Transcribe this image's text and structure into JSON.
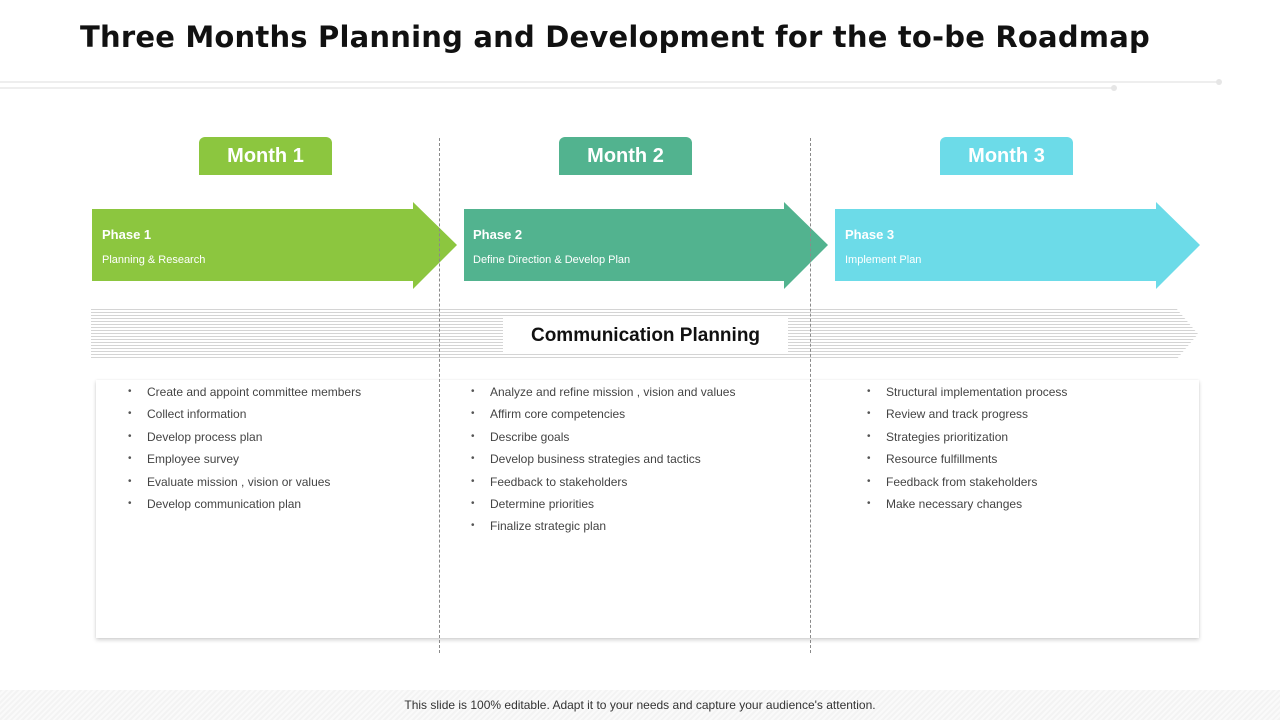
{
  "title": "Three Months Planning and Development for the to-be Roadmap",
  "colors": {
    "green": "#8cc63f",
    "teal": "#52b38f",
    "cyan": "#6cdbe8",
    "stripe": "#d6d6d6"
  },
  "months": [
    {
      "label": "Month 1",
      "color": "#8cc63f"
    },
    {
      "label": "Month 2",
      "color": "#52b38f"
    },
    {
      "label": "Month 3",
      "color": "#6cdbe8"
    }
  ],
  "phases": [
    {
      "title": "Phase 1",
      "subtitle": "Planning & Research"
    },
    {
      "title": "Phase 2",
      "subtitle": "Define Direction & Develop Plan"
    },
    {
      "title": "Phase 3",
      "subtitle": "Implement Plan"
    }
  ],
  "communication": "Communication Planning",
  "columns": [
    [
      "Create and appoint committee members",
      "Collect information",
      "Develop process plan",
      "Employee survey",
      "Evaluate mission , vision or values",
      "Develop communication plan"
    ],
    [
      "Analyze  and refine mission , vision and values",
      "Affirm core competencies",
      "Describe goals",
      "Develop business strategies and tactics",
      "Feedback to stakeholders",
      "Determine priorities",
      "Finalize strategic plan"
    ],
    [
      "Structural implementation process",
      "Review and track progress",
      "Strategies prioritization",
      "Resource fulfillments",
      "Feedback from stakeholders",
      "Make necessary changes"
    ]
  ],
  "footer": "This slide is 100% editable. Adapt it to your needs and capture your audience's attention."
}
